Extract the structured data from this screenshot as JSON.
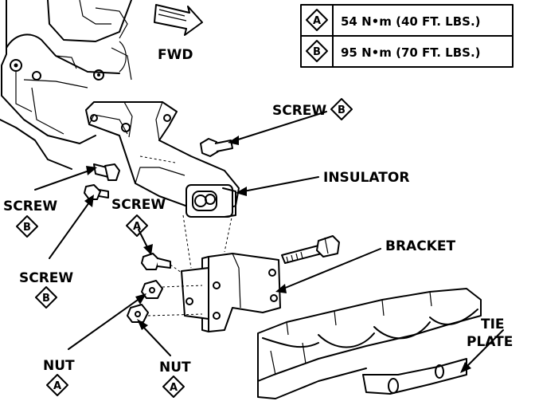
{
  "torque_table": {
    "rows": [
      {
        "key": "A",
        "value": "54 N•m (40 FT. LBS.)"
      },
      {
        "key": "B",
        "value": "95 N•m (70 FT. LBS.)"
      }
    ]
  },
  "direction": {
    "label": "FWD"
  },
  "callouts": {
    "screw_top_right": {
      "text": "SCREW",
      "key": "B"
    },
    "insulator": {
      "text": "INSULATOR"
    },
    "bracket": {
      "text": "BRACKET"
    },
    "tie_plate_line1": {
      "text": "TIE"
    },
    "tie_plate_line2": {
      "text": "PLATE"
    },
    "screw_left_upper": {
      "text": "SCREW",
      "key": "B"
    },
    "screw_center": {
      "text": "SCREW",
      "key": "A"
    },
    "screw_left_lower": {
      "text": "SCREW",
      "key": "B"
    },
    "nut_left": {
      "text": "NUT",
      "key": "A"
    },
    "nut_right": {
      "text": "NUT",
      "key": "A"
    }
  }
}
